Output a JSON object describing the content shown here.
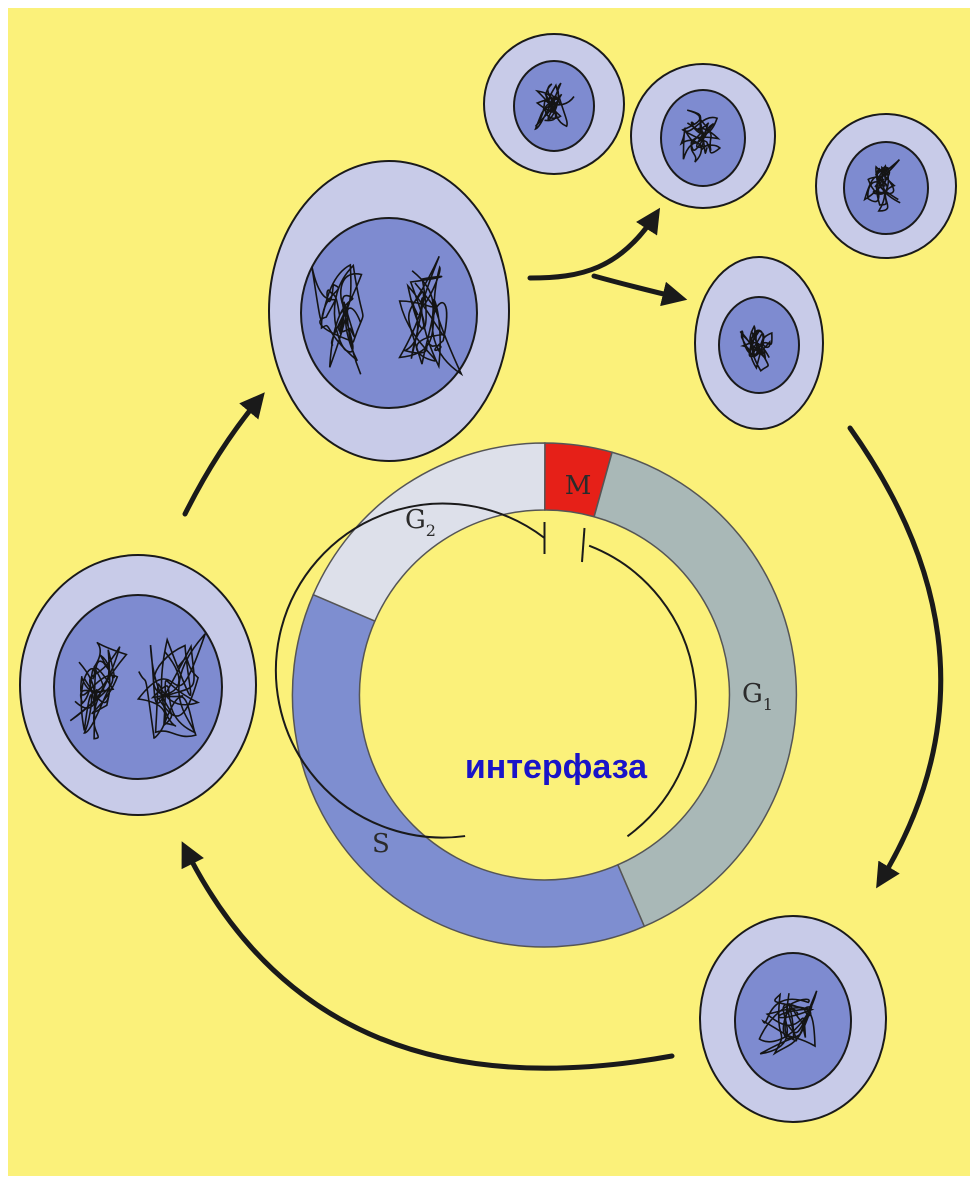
{
  "diagram": {
    "center_label": "интерфаза",
    "phases": {
      "m": {
        "label": "M"
      },
      "g1": {
        "label": "G",
        "sub": "1"
      },
      "s": {
        "label": "S"
      },
      "g2": {
        "label": "G",
        "sub": "2"
      }
    }
  },
  "colors": {
    "background": "#fbf17a",
    "m_phase": "#e62018",
    "g1_phase": "#a9b8b7",
    "s_phase": "#7e8ed0",
    "g2_phase": "#dde0ea",
    "cell_cytoplasm": "#c8cbe8",
    "cell_nucleus": "#7e8bd0",
    "center_label": "#1a14c8",
    "line": "#1a1a1a"
  }
}
